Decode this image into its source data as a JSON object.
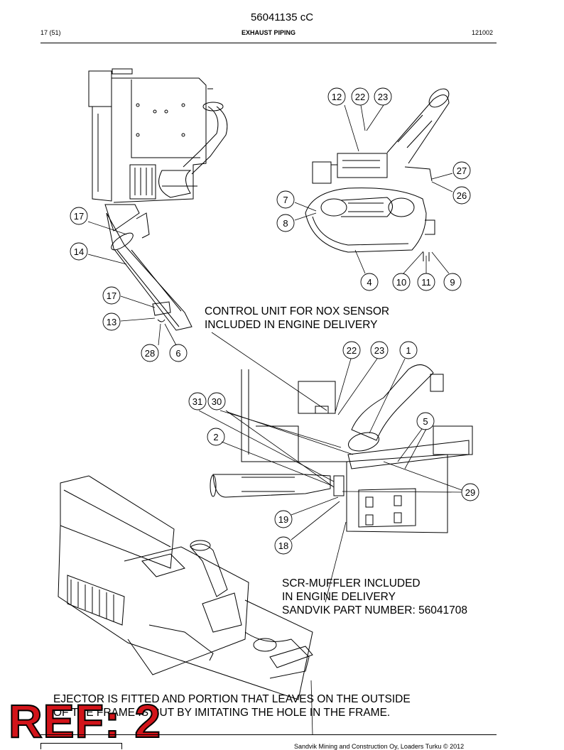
{
  "header": {
    "doc_number": "56041135 cC",
    "page": "17 (51)",
    "section_title": "EXHAUST PIPING",
    "doc_date": "121002"
  },
  "callouts": {
    "c1": "12",
    "c2": "22",
    "c3": "23",
    "c4": "27",
    "c5": "26",
    "c6": "7",
    "c7": "8",
    "c8": "4",
    "c9": "10",
    "c10": "11",
    "c11": "9",
    "c12": "17",
    "c13": "14",
    "c14": "17",
    "c15": "13",
    "c16": "28",
    "c17": "6",
    "c18": "22",
    "c19": "23",
    "c20": "1",
    "c21": "31",
    "c22": "30",
    "c23": "5",
    "c24": "2",
    "c25": "29",
    "c26": "19",
    "c27": "18"
  },
  "notes": {
    "control_unit_1": "CONTROL UNIT FOR NOX SENSOR",
    "control_unit_2": "INCLUDED IN ENGINE DELIVERY",
    "scr_1": "SCR-MUFFLER INCLUDED",
    "scr_2": "IN ENGINE DELIVERY",
    "scr_3": "SANDVIK PART NUMBER: 56041708",
    "ejector_1": "EJECTOR IS FITTED AND PORTION THAT LEAVES ON THE OUTSIDE",
    "ejector_2": "OF THE FRAME IS CUT BY IMITATING THE HOLE IN THE FRAME."
  },
  "stamp": {
    "text": "REF: 2",
    "color": "#d2141a"
  },
  "footer": {
    "copyright": "Sandvik Mining and Construction Oy, Loaders Turku © 2012"
  }
}
